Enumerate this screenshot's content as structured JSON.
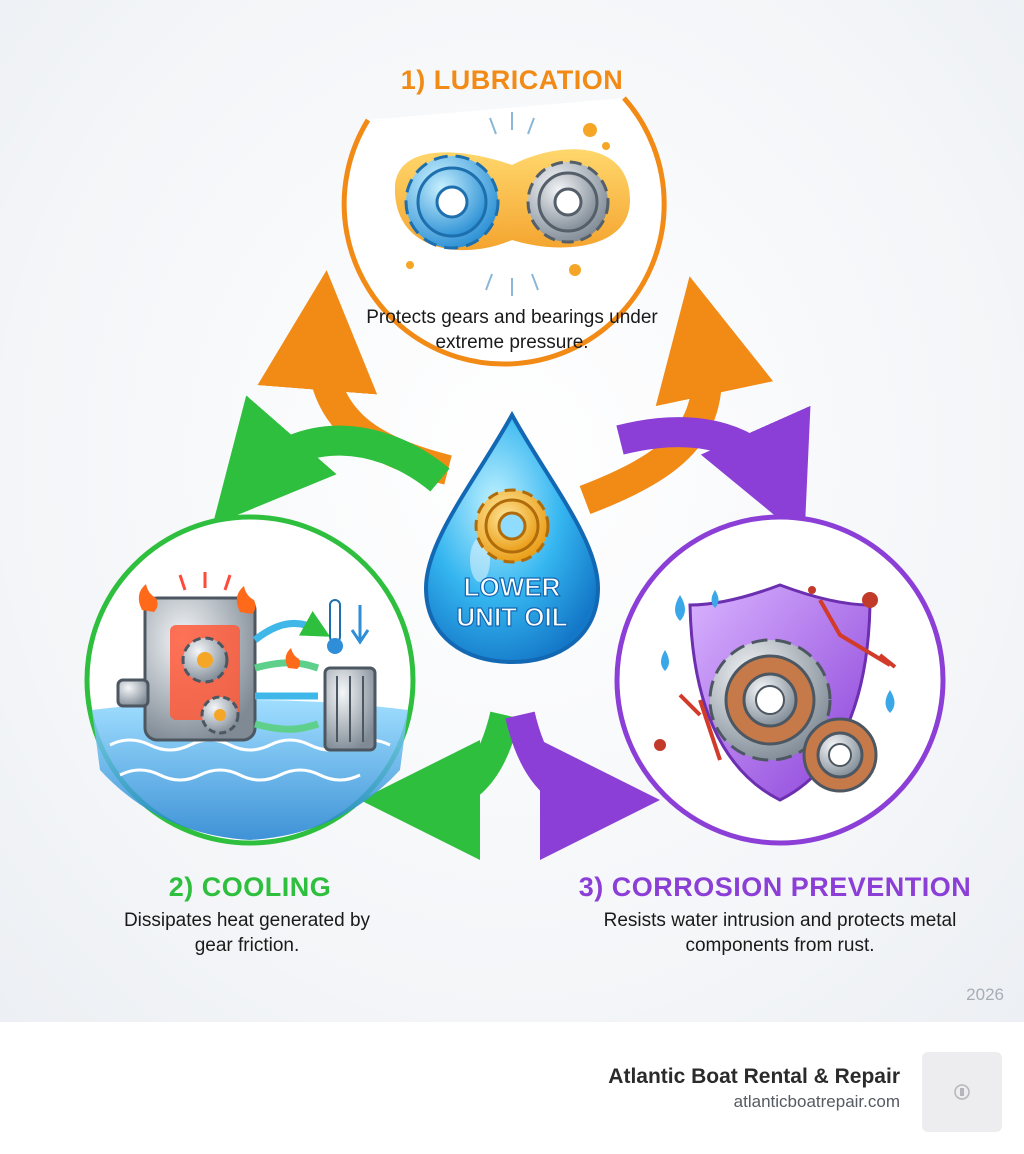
{
  "center": {
    "label_line1": "LOWER",
    "label_line2": "UNIT OIL"
  },
  "functions": [
    {
      "heading": "1) LUBRICATION",
      "description": "Protects gears and bearings under extreme pressure.",
      "color": "#f28a16"
    },
    {
      "heading": "2) COOLING",
      "description": "Dissipates heat generated by gear friction.",
      "color": "#2fbf3e"
    },
    {
      "heading": "3) CORROSION PREVENTION",
      "description": "Resists water intrusion and protects metal components from rust.",
      "color": "#8c3fd6"
    }
  ],
  "year": "2026",
  "footer": {
    "brand_name": "Atlantic Boat Rental & Repair",
    "brand_url": "atlanticboatrepair.com"
  },
  "icons": {
    "center": "oil-drop-gear-icon",
    "lubrication": "oiled-gears-icon",
    "cooling": "gearbox-cooling-icon",
    "corrosion": "shield-bearing-icon",
    "logo": "lighthouse-logo-icon"
  }
}
